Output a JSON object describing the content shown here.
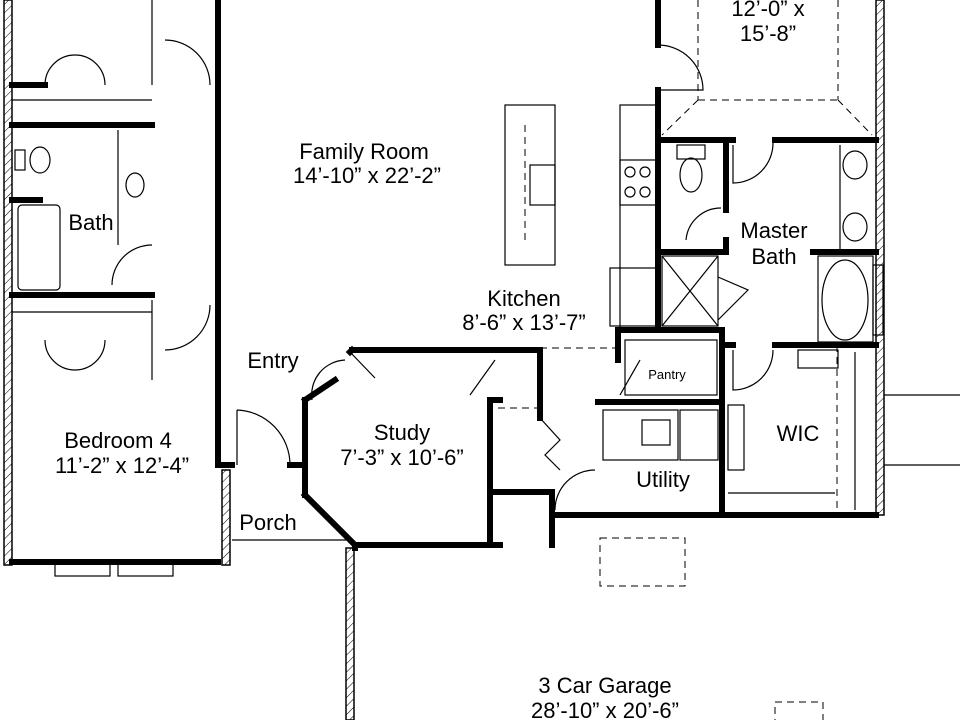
{
  "rooms": {
    "master_bedroom": {
      "dims_line1": "12’-0” x",
      "dims_line2": "15’-8”"
    },
    "family_room": {
      "name": "Family Room",
      "dims": "14’-10” x 22’-2”"
    },
    "bath": {
      "name": "Bath"
    },
    "master_bath": {
      "name_line1": "Master",
      "name_line2": "Bath"
    },
    "kitchen": {
      "name": "Kitchen",
      "dims": "8’-6” x 13’-7”"
    },
    "entry": {
      "name": "Entry"
    },
    "pantry": {
      "name": "Pantry"
    },
    "study": {
      "name": "Study",
      "dims": "7’-3” x 10’-6”"
    },
    "wic": {
      "name": "WIC"
    },
    "bedroom4": {
      "name": "Bedroom 4",
      "dims": "11’-2” x 12’-4”"
    },
    "utility": {
      "name": "Utility"
    },
    "porch": {
      "name": "Porch"
    },
    "garage": {
      "name": "3 Car Garage",
      "dims": "28’-10” x 20’-6”"
    }
  }
}
